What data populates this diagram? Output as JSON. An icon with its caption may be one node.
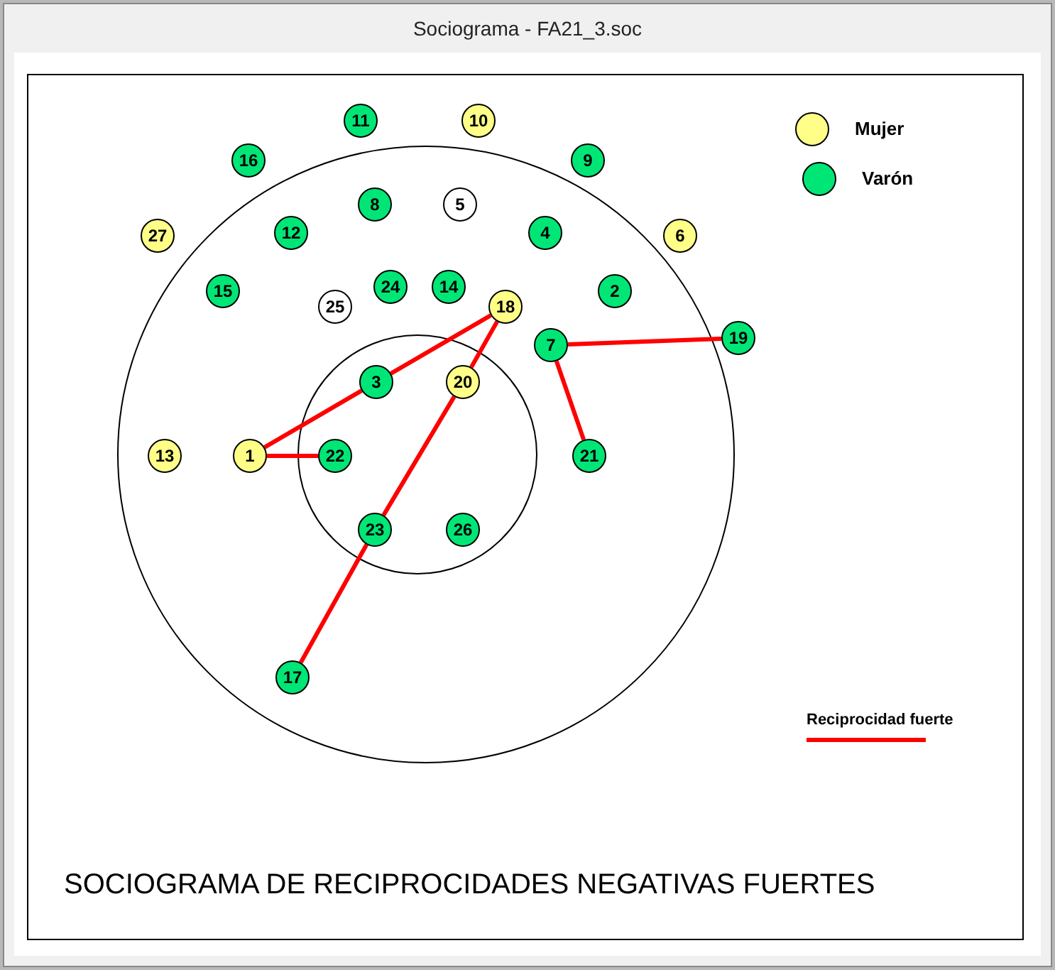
{
  "diagram": {
    "title": "SOCIOGRAMA DE RECIPROCIDADES NEGATIVAS FUERTES",
    "nodes": [
      {
        "text": [
          "11"
        ]
      },
      {
        "text": [
          "10"
        ]
      },
      {
        "text": [
          "16"
        ]
      },
      {
        "text": [
          "9"
        ]
      },
      {
        "text": [
          "8"
        ]
      },
      {
        "text": [
          "5"
        ]
      },
      {
        "text": [
          "12"
        ]
      },
      {
        "text": [
          "4"
        ]
      },
      {
        "text": [
          "27"
        ]
      },
      {
        "text": [
          "6"
        ]
      },
      {
        "text": [
          "24"
        ]
      },
      {
        "text": [
          "14"
        ]
      },
      {
        "text": [
          "15"
        ]
      },
      {
        "text": [
          "2"
        ]
      },
      {
        "text": [
          "25"
        ]
      },
      {
        "text": [
          "18"
        ]
      },
      {
        "text": [
          "19"
        ]
      },
      {
        "text": [
          "7"
        ]
      },
      {
        "text": [
          "3"
        ]
      },
      {
        "text": [
          "20"
        ]
      },
      {
        "text": [
          "13"
        ]
      },
      {
        "text": [
          "1"
        ]
      },
      {
        "text": [
          "22"
        ]
      },
      {
        "text": [
          "21"
        ]
      },
      {
        "text": [
          "23"
        ]
      },
      {
        "text": [
          "26"
        ]
      },
      {
        "text": [
          "17"
        ]
      }
    ],
    "edges": [
      {
        "from": 21,
        "to": 18,
        "arrow": "none"
      },
      {
        "from": 18,
        "to": 15,
        "arrow": "none"
      },
      {
        "from": 15,
        "to": 19,
        "arrow": "none"
      },
      {
        "from": 19,
        "to": 24,
        "arrow": "none"
      },
      {
        "from": 24,
        "to": 26,
        "arrow": "none"
      },
      {
        "from": 21,
        "to": 22,
        "arrow": "none"
      },
      {
        "from": 17,
        "to": 16,
        "arrow": "none"
      },
      {
        "from": 17,
        "to": 23,
        "arrow": "none"
      }
    ],
    "labels": [
      "Sociograma - FA21_3.soc"
    ],
    "legend": [
      {
        "text": "Mujer",
        "color": "#ffff88"
      },
      {
        "text": "Varón",
        "color": "#00e676"
      },
      {
        "text": "Reciprocidad fuerte"
      }
    ]
  }
}
